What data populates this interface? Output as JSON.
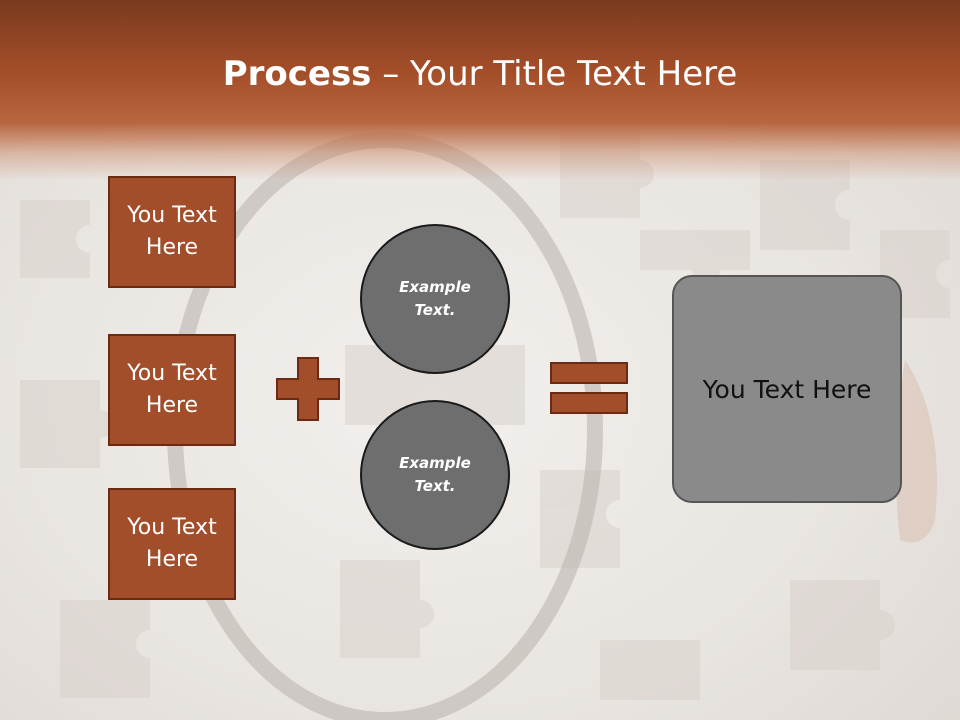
{
  "title": {
    "bold": "Process",
    "rest": " – Your Title Text Here"
  },
  "left_boxes": [
    {
      "label": "You Text Here"
    },
    {
      "label": "You Text Here"
    },
    {
      "label": "You Text Here"
    }
  ],
  "circles": [
    {
      "label": "Example Text."
    },
    {
      "label": "Example Text."
    }
  ],
  "operators": {
    "plus": "plus-icon",
    "equals": "equals-icon"
  },
  "result": {
    "label": "You Text Here"
  },
  "colors": {
    "accent": "#a34e2b",
    "accent_dark": "#6b2a12",
    "circle": "#6e6e6e",
    "result": "#8a8a8a"
  }
}
